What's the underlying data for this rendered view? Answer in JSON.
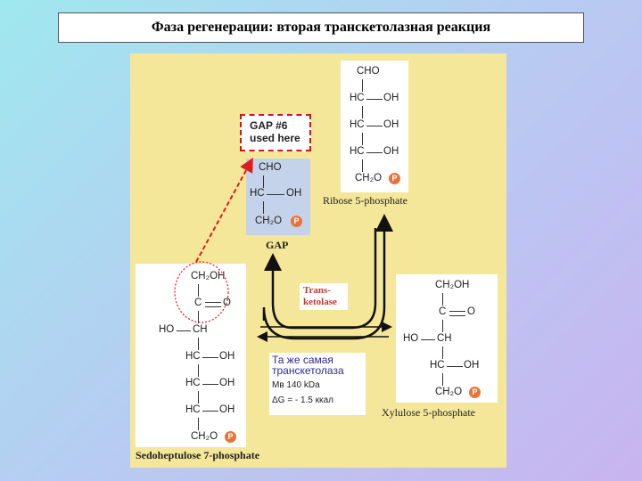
{
  "title": "Фаза регенерации: вторая транскетолазная реакция",
  "gap6": {
    "line1": "GAP #6",
    "line2": "used here"
  },
  "ribose": {
    "caption": "Ribose 5-phosphate",
    "top": "CHO",
    "rows": [
      "HC",
      "HC",
      "HC"
    ],
    "oh": "OH",
    "bottom": "CH₂O",
    "p": "P"
  },
  "gap": {
    "caption": "GAP",
    "top": "CHO",
    "row": "HC",
    "oh": "OH",
    "bottom": "CH₂O",
    "p": "P"
  },
  "sedoheptulose": {
    "caption": "Sedoheptulose 7-phosphate",
    "top": "CH₂OH",
    "carbonyl_c": "C",
    "carbonyl_o": "O",
    "ho_row_left": "HO",
    "ho_row_right": "CH",
    "rows": [
      "HC",
      "HC",
      "HC"
    ],
    "oh": "OH",
    "bottom": "CH₂O",
    "p": "P"
  },
  "xylulose": {
    "caption": "Xylulose 5-phosphate",
    "top": "CH₂OH",
    "carbonyl_c": "C",
    "carbonyl_o": "O",
    "ho_row_left": "HO",
    "ho_row_right": "CH",
    "row": "HC",
    "oh": "OH",
    "bottom": "CH₂O",
    "p": "P"
  },
  "enzyme": {
    "line1": "Trans-",
    "line2": "ketolase"
  },
  "note": {
    "line1": "Та же самая",
    "line2": "транскетолаза",
    "line3": "Мв 140 kDa",
    "line4": "ΔG = - 1.5 ккал"
  },
  "colors": {
    "phosphate": "#e6743a",
    "dashed": "#dd1111",
    "panel": "#f5e79a",
    "enzyme_text": "#c0392b"
  }
}
